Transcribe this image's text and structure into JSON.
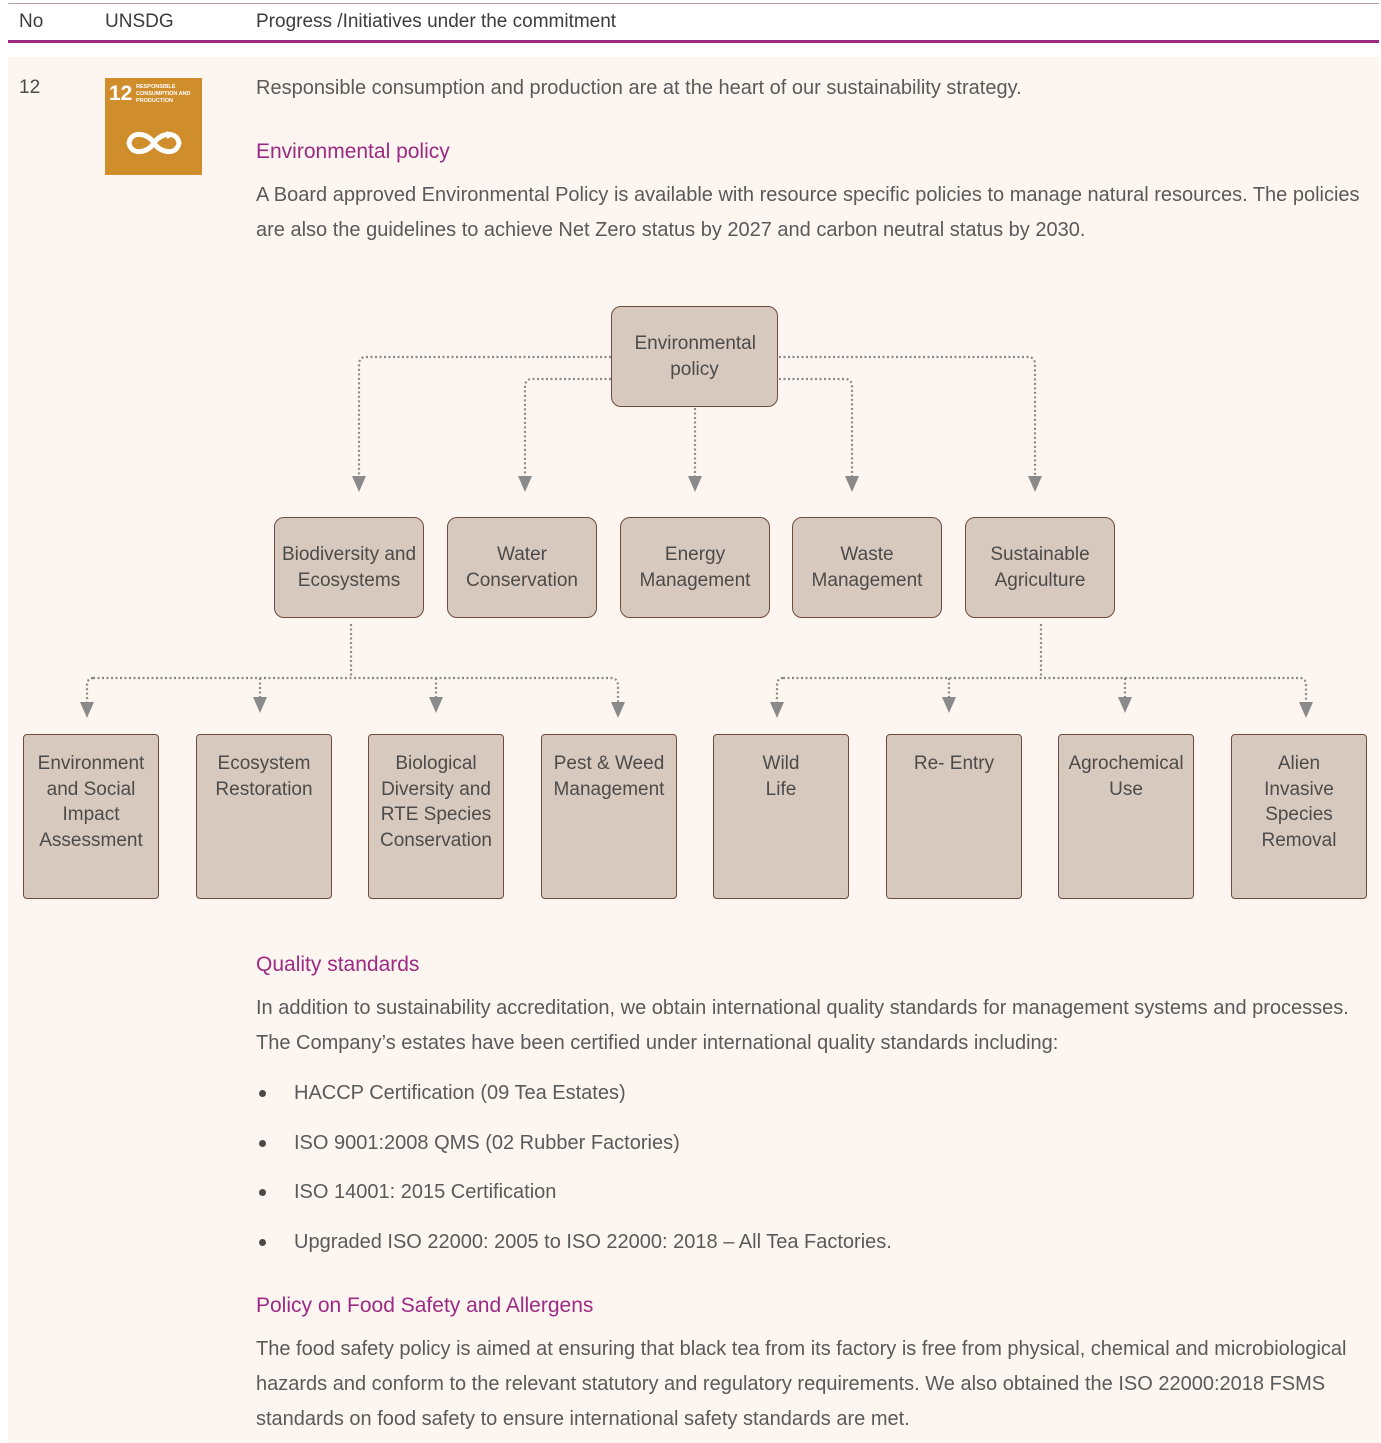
{
  "header": {
    "no": "No",
    "unsdg": "UNSDG",
    "progress": "Progress /Initiatives under the commitment"
  },
  "row": {
    "number": "12",
    "sdg_icon": {
      "number": "12",
      "label": "RESPONSIBLE CONSUMPTION AND PRODUCTION",
      "color": "#d08d2c",
      "icon": "infinity-icon"
    },
    "intro": "Responsible consumption and production are at the heart of our sustainability strategy.",
    "environmental_policy": {
      "heading": "Environmental policy",
      "text": "A Board approved Environmental Policy is available with resource specific policies to manage natural resources. The policies are also the guidelines to achieve Net Zero status by 2027 and carbon neutral status by 2030."
    },
    "diagram": {
      "root": "Environmental policy",
      "level1": [
        "Biodiversity and Ecosystems",
        "Water Conservation",
        "Energy Management",
        "Waste Management",
        "Sustainable Agriculture"
      ],
      "biodiversity_children": [
        "Environment and Social Impact Assessment",
        "Ecosystem Restoration",
        "Biological Diversity and RTE Species Conservation",
        "Pest & Weed Management"
      ],
      "agriculture_children": [
        "Wild Life",
        "Re- Entry",
        "Agrochemical Use",
        "Alien Invasive Species Removal"
      ]
    },
    "quality_standards": {
      "heading": "Quality standards",
      "text": "In addition to sustainability accreditation, we obtain international quality standards for management systems and processes.   The Company’s estates have been certified under international quality standards including:",
      "bullets": [
        "HACCP Certification (09 Tea Estates)",
        "ISO 9001:2008 QMS (02 Rubber Factories)",
        "ISO 14001: 2015 Certification",
        "Upgraded ISO 22000: 2005 to ISO 22000: 2018 – All Tea Factories."
      ]
    },
    "food_safety": {
      "heading": "Policy on Food Safety and Allergens",
      "text": "The food safety policy is aimed at ensuring that black tea from its factory is free from physical, chemical and microbiological hazards and conform to the relevant statutory and regulatory requirements. We also obtained the ISO 22000:2018 FSMS standards on food safety to ensure international safety standards are met."
    }
  }
}
